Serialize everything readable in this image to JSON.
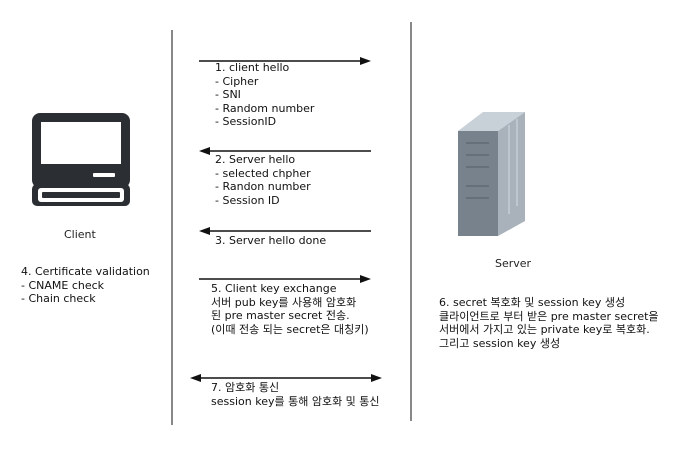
{
  "diagram": {
    "client_label": "Client",
    "server_label": "Server",
    "client_note": "4. Certificate validation\n- CNAME check\n- Chain check",
    "server_note": "6. secret 복호화 및 session key 생성\n클라이언트로 부터 받은 pre master secret을\n서버에서 가지고 있는 private key로 복호화.\n그리고 session key 생성",
    "messages": [
      {
        "id": "client-hello",
        "direction": "to-server",
        "text": "1. client hello\n- Cipher\n- SNI\n- Random number\n- SessionID"
      },
      {
        "id": "server-hello",
        "direction": "to-client",
        "text": "2. Server hello\n- selected chpher\n- Randon number\n- Session ID"
      },
      {
        "id": "server-hello-done",
        "direction": "to-client",
        "text": "3. Server hello done"
      },
      {
        "id": "client-key-exchange",
        "direction": "to-server",
        "text": "5. Client key exchange\n서버 pub key를 사용해 암호화\n된 pre master secret 전송.\n(이때 전송 되는 secret은 대칭키)"
      },
      {
        "id": "encrypted-communication",
        "direction": "both",
        "text": "7. 암호화 통신\nsession key를 통해 암호화 및 통신"
      }
    ],
    "colors": {
      "line": "#111111",
      "client_frame": "#2b2f33",
      "client_screen": "#ffffff",
      "server_front": "#77828d",
      "server_side": "#a9b2bb",
      "server_top": "#c8d0d8",
      "server_detail": "#5c6670"
    }
  }
}
